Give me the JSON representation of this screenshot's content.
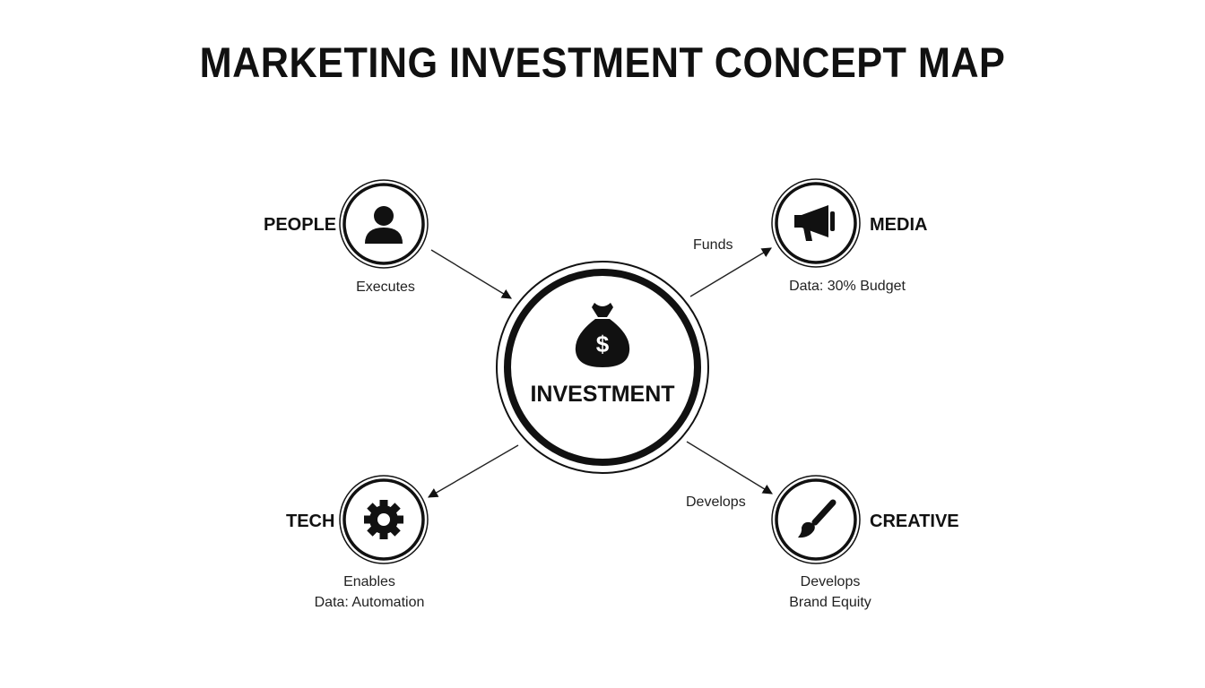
{
  "title": "MARKETING INVESTMENT CONCEPT MAP",
  "center": {
    "label": "INVESTMENT",
    "icon": "money-bag-icon"
  },
  "nodes": {
    "people": {
      "label": "PEOPLE",
      "icon": "person-icon",
      "notes": [
        "Executes"
      ]
    },
    "media": {
      "label": "MEDIA",
      "icon": "megaphone-icon",
      "notes": [
        "Data: 30% Budget"
      ]
    },
    "tech": {
      "label": "TECH",
      "icon": "gear-icon",
      "notes": [
        "Enables",
        "Data: Automation"
      ]
    },
    "creative": {
      "label": "CREATIVE",
      "icon": "paintbrush-icon",
      "notes": [
        "Develops",
        "Brand Equity"
      ]
    }
  },
  "edges": {
    "people_to_center": {
      "label": ""
    },
    "center_to_media": {
      "label": "Funds"
    },
    "center_to_tech": {
      "label": ""
    },
    "center_to_creative": {
      "label": "Develops"
    }
  },
  "colors": {
    "ink": "#111111",
    "background": "#ffffff"
  }
}
